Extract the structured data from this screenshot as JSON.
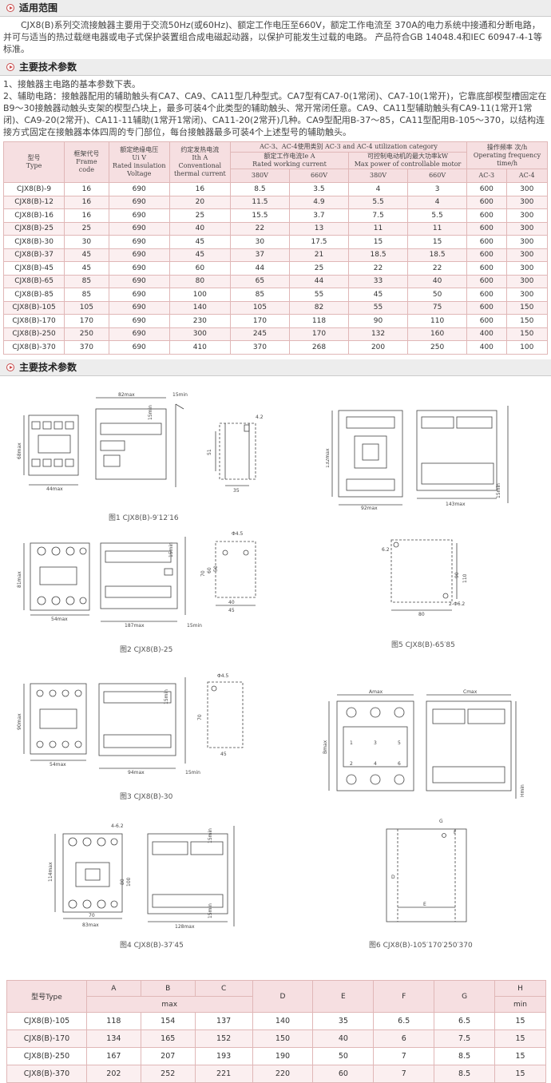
{
  "section1": {
    "title": "适用范围"
  },
  "intro": "CJX8(B)系列交流接触器主要用于交流50Hz(或60Hz)、额定工作电压至660V，额定工作电流至 370A的电力系统中接通和分断电路，并可与适当的热过载继电器或电子式保护装置组合成电磁起动器，以保护可能发生过载的电路。 产品符合GB 14048.4和IEC 60947-4-1等标准。",
  "section2": {
    "title": "主要技术参数"
  },
  "tech_line1": "1、接触器主电路的基本参数下表。",
  "tech_line2": "2、辅助电路：接触器配用的辅助触头有CA7、CA9、CA11型几种型式。CA7型有CA7-0(1常闭)、CA7-10(1常开)，它靠底部楔型槽固定在B9～30接触器动触头支架的楔型凸块上，最多可装4个此类型的辅助触头、常开常闭任意。CA9、CA11型辅助触头有CA9-11(1常开1常闭)、CA9-20(2常开)、CA11-11辅助(1常开1常闭)、CA11-20(2常开)几种。CA9型配用B-37～85，CA11型配用B-105～370，以结构连接方式固定在接触器本体四周的专门部位，每台接触器最多可装4个上述型号的辅助触头。",
  "table1": {
    "h_model_cn": "型号",
    "h_model_en": "Type",
    "h_frame_cn": "框架代号",
    "h_frame_en1": "Frame",
    "h_frame_en2": "code",
    "h_ui_cn": "额定绝缘电压",
    "h_ui_sym": "Ui  V",
    "h_ui_en1": "Rated insulation",
    "h_ui_en2": "Voltage",
    "h_ith_cn": "约定发热电流",
    "h_ith_sym": "Ith   A",
    "h_ith_en1": "Conventional",
    "h_ith_en2": "thermal current",
    "h_cat": "AC-3、AC-4使用类别   AC-3 and AC-4 utilization category",
    "h_ie_cn": "额定工作电流Ie  A",
    "h_ie_en": "Rated working current",
    "h_p_cn": "可控制电动机的最大功率kW",
    "h_p_en": "Max power of controllable motor",
    "h_freq_cn": "操作频率  次/h",
    "h_freq_en1": "Operating frequency",
    "h_freq_en2": "time/h",
    "v380": "380V",
    "v660": "660V",
    "ac3": "AC-3",
    "ac4": "AC-4",
    "rows": [
      [
        "CJX8(B)-9",
        "16",
        "690",
        "16",
        "8.5",
        "3.5",
        "4",
        "3",
        "600",
        "300"
      ],
      [
        "CJX8(B)-12",
        "16",
        "690",
        "20",
        "11.5",
        "4.9",
        "5.5",
        "4",
        "600",
        "300"
      ],
      [
        "CJX8(B)-16",
        "16",
        "690",
        "25",
        "15.5",
        "3.7",
        "7.5",
        "5.5",
        "600",
        "300"
      ],
      [
        "CJX8(B)-25",
        "25",
        "690",
        "40",
        "22",
        "13",
        "11",
        "11",
        "600",
        "300"
      ],
      [
        "CJX8(B)-30",
        "30",
        "690",
        "45",
        "30",
        "17.5",
        "15",
        "15",
        "600",
        "300"
      ],
      [
        "CJX8(B)-37",
        "45",
        "690",
        "45",
        "37",
        "21",
        "18.5",
        "18.5",
        "600",
        "300"
      ],
      [
        "CJX8(B)-45",
        "45",
        "690",
        "60",
        "44",
        "25",
        "22",
        "22",
        "600",
        "300"
      ],
      [
        "CJX8(B)-65",
        "85",
        "690",
        "80",
        "65",
        "44",
        "33",
        "40",
        "600",
        "300"
      ],
      [
        "CJX8(B)-85",
        "85",
        "690",
        "100",
        "85",
        "55",
        "45",
        "50",
        "600",
        "300"
      ],
      [
        "CJX8(B)-105",
        "105",
        "690",
        "140",
        "105",
        "82",
        "55",
        "75",
        "600",
        "150"
      ],
      [
        "CJX8(B)-170",
        "170",
        "690",
        "230",
        "170",
        "118",
        "90",
        "110",
        "600",
        "150"
      ],
      [
        "CJX8(B)-250",
        "250",
        "690",
        "300",
        "245",
        "170",
        "132",
        "160",
        "400",
        "150"
      ],
      [
        "CJX8(B)-370",
        "370",
        "690",
        "410",
        "370",
        "268",
        "200",
        "250",
        "400",
        "100"
      ]
    ]
  },
  "section3": {
    "title": "主要技术参数"
  },
  "figures": {
    "f1_cap": "图1  CJX8(B)-9′12′16",
    "f2_cap": "图2  CJX8(B)-25",
    "f3_cap": "图3  CJX8(B)-30",
    "f4_cap": "图4  CJX8(B)-37′45",
    "f5_cap": "图5  CJX8(B)-65′85",
    "f6_cap": "图6  CJX8(B)-105′170′250′370",
    "d82max": "82max",
    "d15min": "15min",
    "d68max": "68max",
    "d44max": "44max",
    "d42": "4.2",
    "d51": "51",
    "d35": "35",
    "d132max": "132max",
    "d92max": "92max",
    "d143max": "143max",
    "d81max": "81max",
    "d54max": "54max",
    "d187max": "187max",
    "d70": "70",
    "d50": "50",
    "d60": "60",
    "d40": "40",
    "d45": "45",
    "phi45": "Φ4.5",
    "d62": "6.2",
    "d90": "90",
    "d110": "110",
    "d80": "80",
    "d2phi62": "2-Φ6.2",
    "d90max": "90max",
    "d94max": "94max",
    "amax": "Amax",
    "cmax": "Cmax",
    "bmax": "Bmax",
    "hmin": "Hmin",
    "d114max": "114max",
    "d83max": "83max",
    "d128max": "128max",
    "d462": "4-6.2",
    "d100": "100",
    "dD": "D",
    "dE": "E",
    "dF": "F",
    "dG": "G",
    "t1": "1",
    "t2": "2",
    "t3": "3",
    "t4": "4",
    "t5": "5",
    "t6": "6"
  },
  "table2": {
    "h_model": "型号Type",
    "h_a": "A",
    "h_b": "B",
    "h_c": "C",
    "h_d": "D",
    "h_e": "E",
    "h_f": "F",
    "h_g": "G",
    "h_h": "H",
    "h_max": "max",
    "h_min": "min",
    "rows": [
      [
        "CJX8(B)-105",
        "118",
        "154",
        "137",
        "140",
        "35",
        "6.5",
        "6.5",
        "15"
      ],
      [
        "CJX8(B)-170",
        "134",
        "165",
        "152",
        "150",
        "40",
        "6",
        "7.5",
        "15"
      ],
      [
        "CJX8(B)-250",
        "167",
        "207",
        "193",
        "190",
        "50",
        "7",
        "8.5",
        "15"
      ],
      [
        "CJX8(B)-370",
        "202",
        "252",
        "221",
        "220",
        "60",
        "7",
        "8.5",
        "15"
      ]
    ]
  }
}
